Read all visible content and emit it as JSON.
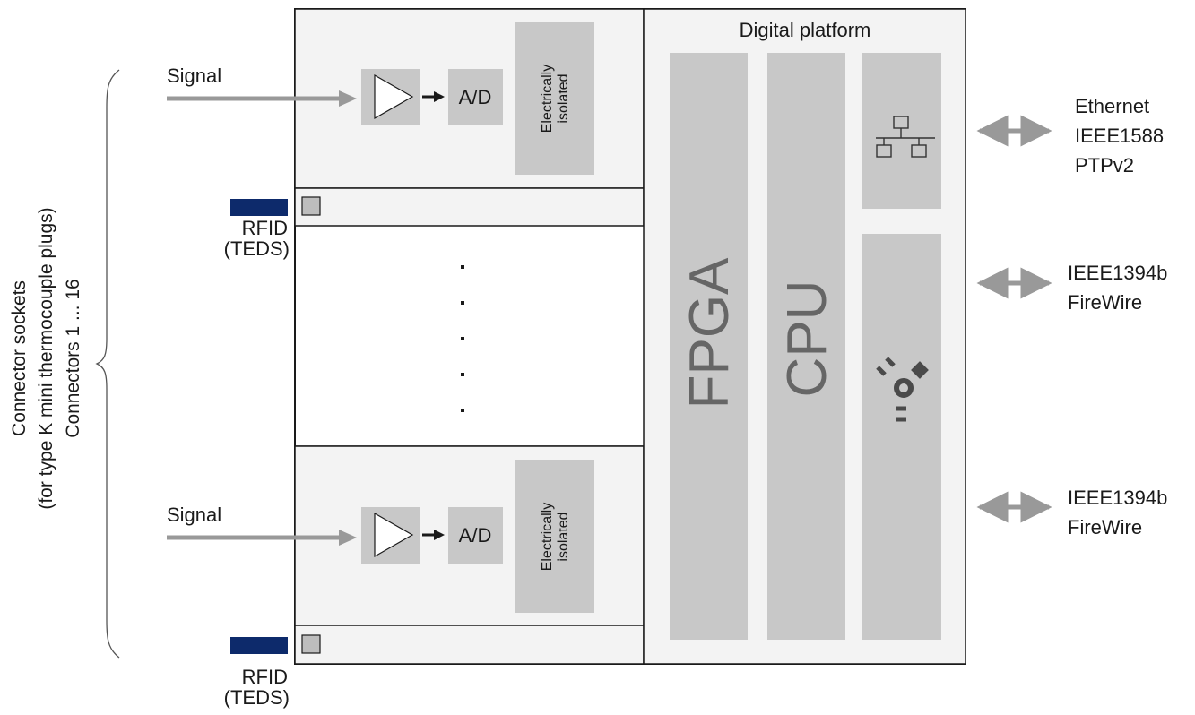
{
  "diagram": {
    "digital_platform_label": "Digital platform",
    "fpga_label": "FPGA",
    "cpu_label": "CPU",
    "channels": [
      {
        "signal_label": "Signal",
        "ad_label": "A/D",
        "isolated_line1": "Electrically",
        "isolated_line2": "isolated",
        "rfid_line1": "RFID",
        "rfid_line2": "(TEDS)"
      },
      {
        "signal_label": "Signal",
        "ad_label": "A/D",
        "isolated_line1": "Electrically",
        "isolated_line2": "isolated",
        "rfid_line1": "RFID",
        "rfid_line2": "(TEDS)"
      }
    ],
    "connector_brace_label": {
      "line1": "Connector sockets",
      "line2": "(for type K mini thermocouple plugs)",
      "line3": "Connectors 1 ... 16"
    },
    "interfaces": [
      {
        "lines": [
          "Ethernet",
          "IEEE1588",
          "PTPv2"
        ],
        "icon": "network-icon"
      },
      {
        "lines": [
          "IEEE1394b",
          "FireWire"
        ],
        "icon": "firewire-icon"
      },
      {
        "lines": [
          "IEEE1394b",
          "FireWire"
        ],
        "icon": ""
      }
    ],
    "colors": {
      "rfid_tag": "#0d2a6b",
      "block_grey": "#c8c8c8",
      "panel_grey": "#f3f3f3",
      "arrow_grey": "#999999"
    }
  }
}
